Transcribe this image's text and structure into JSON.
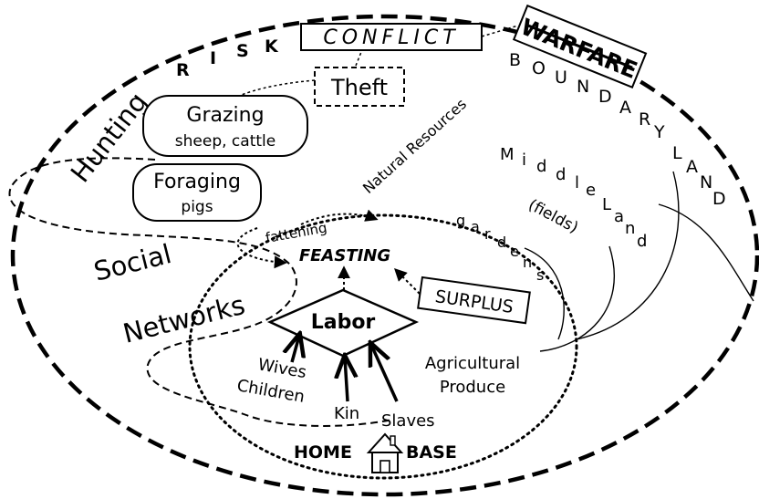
{
  "outer": {
    "risk_letters": [
      "R",
      "I",
      "S",
      "K"
    ],
    "conflict": "CONFLICT",
    "warfare": "WARFARE",
    "boundary_letters": [
      "B",
      "O",
      "U",
      "N",
      "D",
      "A",
      "R",
      "Y"
    ],
    "land_letters": [
      "L",
      "A",
      "N",
      "D"
    ],
    "hunting": "Hunting",
    "natural_resources": "Natural Resources"
  },
  "pastoral": {
    "theft": "Theft",
    "grazing_title": "Grazing",
    "grazing_sub": "sheep, cattle",
    "foraging_title": "Foraging",
    "foraging_sub": "pigs"
  },
  "middle": {
    "middle_letters": [
      "M",
      "i",
      "d",
      "d",
      "l",
      "e"
    ],
    "land_letters": [
      "L",
      "a",
      "n",
      "d"
    ],
    "fields": "(fields)",
    "gardens_letters": [
      "g",
      "a",
      "r",
      "d",
      "e",
      "n",
      "s"
    ]
  },
  "social": {
    "social": "Social",
    "networks": "Networks"
  },
  "home": {
    "fattening": "fattening",
    "feasting": "FEASTING",
    "labor": "Labor",
    "surplus": "SURPLUS",
    "agri_line1": "Agricultural",
    "agri_line2": "Produce",
    "wives": "Wives",
    "children": "Children",
    "kin": "Kin",
    "slaves": "Slaves",
    "home": "HOME",
    "base": "BASE"
  }
}
